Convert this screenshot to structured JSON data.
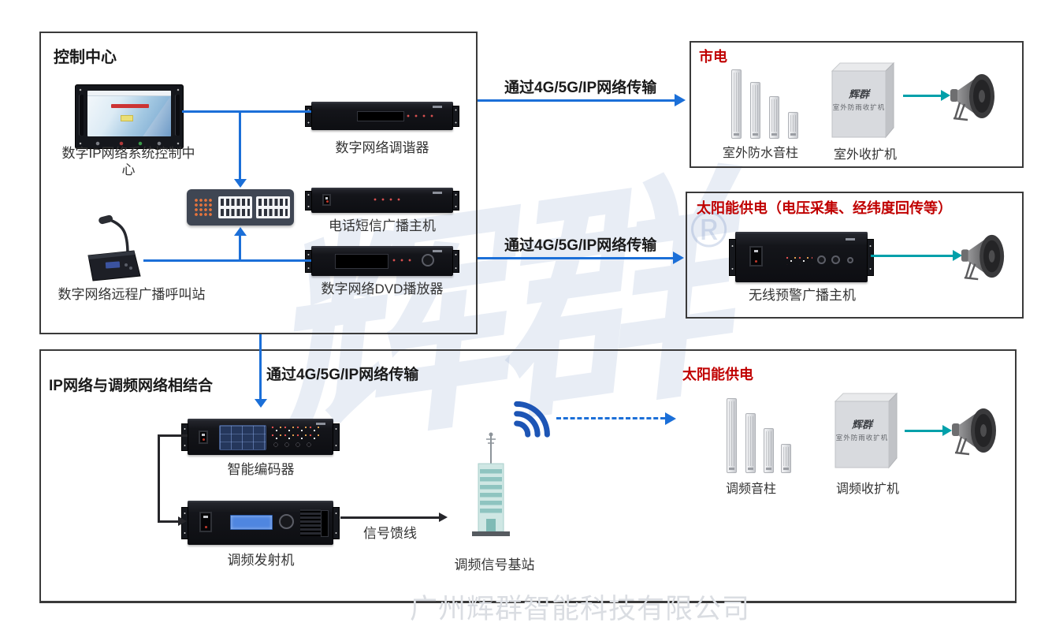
{
  "diagram": {
    "control_center": {
      "title": "控制中心",
      "devices": {
        "monitor": "数字IP网络系统控制中心",
        "tuner": "数字网络调谐器",
        "sms_host": "电话短信广播主机",
        "call_station": "数字网络远程广播呼叫站",
        "dvd_player": "数字网络DVD播放器"
      }
    },
    "links": {
      "net_to_mains": "通过4G/5G/IP网络传输",
      "net_to_solar": "通过4G/5G/IP网络传输",
      "net_to_fm": "通过4G/5G/IP网络传输",
      "feeder": "信号馈线"
    },
    "mains_zone": {
      "power_label": "市电",
      "column_label": "室外防水音柱",
      "amp_label": "室外收扩机",
      "amp_face_logo": "辉群",
      "amp_face_text": "室外防雨收扩机"
    },
    "solar_zone": {
      "power_label": "太阳能供电（电压采集、经纬度回传等）",
      "host_label": "无线预警广播主机"
    },
    "fm_zone": {
      "title": "IP网络与调频网络相结合",
      "power_label": "太阳能供电",
      "encoder_label": "智能编码器",
      "transmitter_label": "调频发射机",
      "station_label": "调频信号基站",
      "column_label": "调频音柱",
      "amp_label": "调频收扩机",
      "amp_face_logo": "辉群",
      "amp_face_text": "室外防雨收扩机"
    },
    "watermark": {
      "brand": "辉群",
      "registered": "®",
      "company": "广州辉群智能科技有限公司"
    },
    "colors": {
      "link_blue": "#1b6fd8",
      "link_teal": "#00a0aa",
      "accent_red": "#c00000",
      "border_dark": "#3a3a3a"
    }
  }
}
